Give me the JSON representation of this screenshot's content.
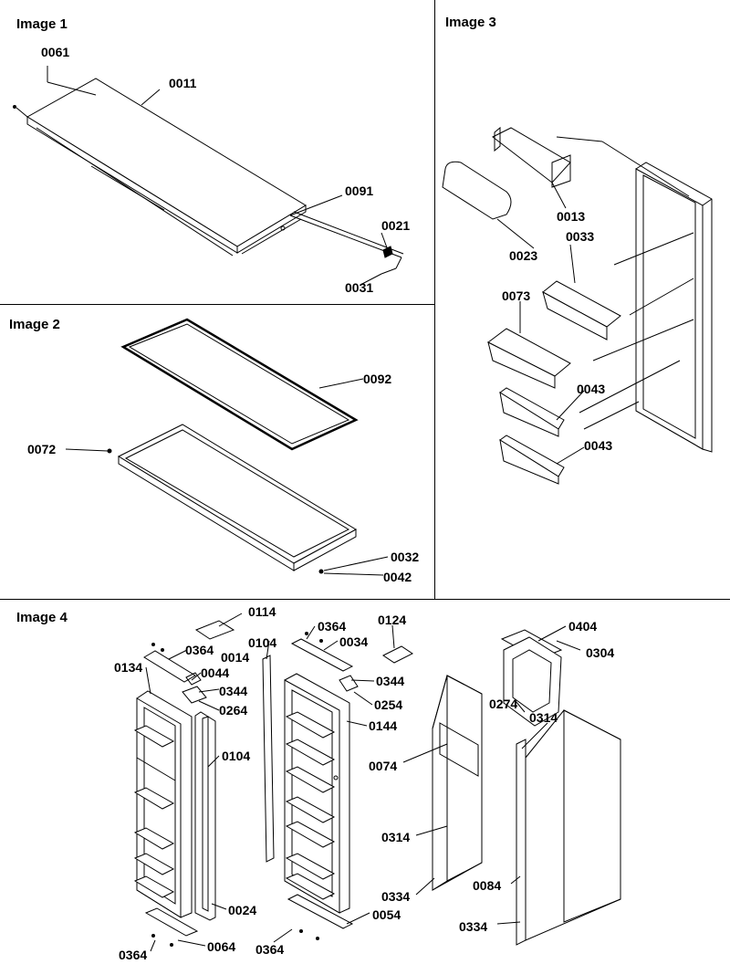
{
  "panels": {
    "image1": {
      "title": "Image 1",
      "labels": {
        "p0061": "0061",
        "p0011": "0011",
        "p0091": "0091",
        "p0021": "0021",
        "p0031": "0031"
      }
    },
    "image2": {
      "title": "Image 2",
      "labels": {
        "p0092": "0092",
        "p0072": "0072",
        "p0032": "0032",
        "p0042": "0042"
      }
    },
    "image3": {
      "title": "Image 3",
      "labels": {
        "p0013": "0013",
        "p0023": "0023",
        "p0033": "0033",
        "p0073": "0073",
        "p0043a": "0043",
        "p0043b": "0043"
      }
    },
    "image4": {
      "title": "Image 4",
      "labels": {
        "p0114": "0114",
        "p0364a": "0364",
        "p0104a": "0104",
        "p0014": "0014",
        "p0134": "0134",
        "p0044": "0044",
        "p0344a": "0344",
        "p0264": "0264",
        "p0104b": "0104",
        "p0024": "0024",
        "p0364b": "0364",
        "p0064": "0064",
        "p0364c": "0364",
        "p0364d": "0364",
        "p0034": "0034",
        "p0344b": "0344",
        "p0254": "0254",
        "p0144": "0144",
        "p0054": "0054",
        "p0124": "0124",
        "p0074": "0074",
        "p0314a": "0314",
        "p0334a": "0334",
        "p0404": "0404",
        "p0304": "0304",
        "p0274": "0274",
        "p0314b": "0314",
        "p0084": "0084",
        "p0334b": "0334"
      }
    }
  }
}
